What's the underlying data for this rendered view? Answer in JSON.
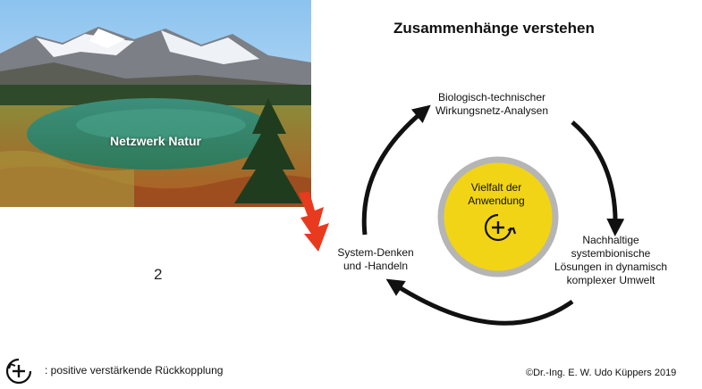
{
  "title": "Zusammenhänge verstehen",
  "photo": {
    "caption": "Netzwerk Natur"
  },
  "cycle": {
    "top": [
      "Biologisch-technischer",
      "Wirkungsnetz-Analysen"
    ],
    "right": [
      "Nachhaltige",
      "systembionische",
      "Lösungen in dynamisch",
      "komplexer Umwelt"
    ],
    "left": [
      "System-Denken",
      "und -Handeln"
    ]
  },
  "center": {
    "line1": "Vielfalt der",
    "line2": "Anwendung",
    "symbol": "+"
  },
  "page_number": "2",
  "legend": {
    "symbol": "+",
    "text": ": positive verstärkende Rückkopplung"
  },
  "copyright": "©Dr.-Ing. E. W. Udo Küppers 2019",
  "colors": {
    "center_fill": "#f2d416",
    "center_ring": "#b5b5b5",
    "lightning": "#e83a1f",
    "arrows": "#111111"
  }
}
